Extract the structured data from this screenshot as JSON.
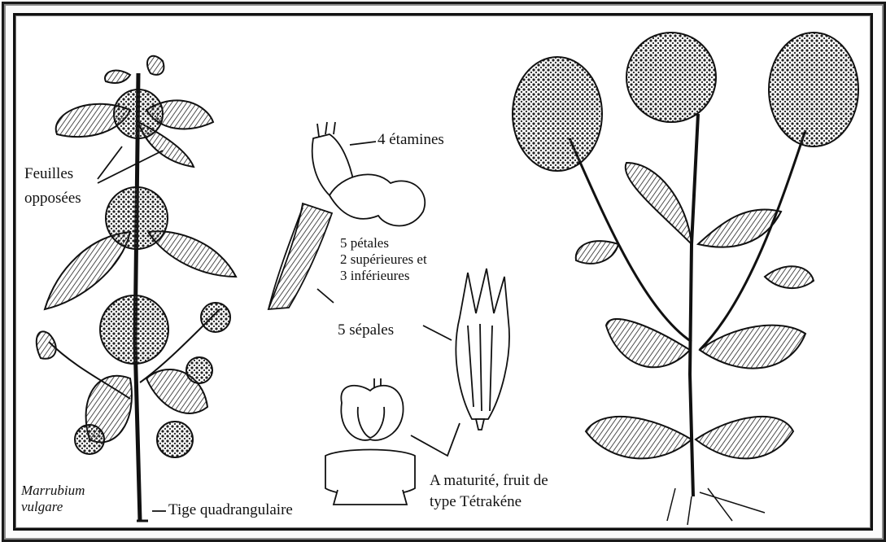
{
  "labels": {
    "feuilles_line1": "Feuilles",
    "feuilles_line2": "opposées",
    "etamines": "4 étamines",
    "petales_line1": "5 pétales",
    "petales_line2": "2 supérieures et",
    "petales_line3": "3 inférieures",
    "sepales": "5 sépales",
    "species_line1": "Marrubium",
    "species_line2": "vulgare",
    "tige": "Tige quadrangulaire",
    "fruit_line1": "A maturité, fruit de",
    "fruit_line2": "type Tétrakéne"
  },
  "colors": {
    "ink": "#111111",
    "background": "#ffffff",
    "frame": "#1a1a1a"
  }
}
